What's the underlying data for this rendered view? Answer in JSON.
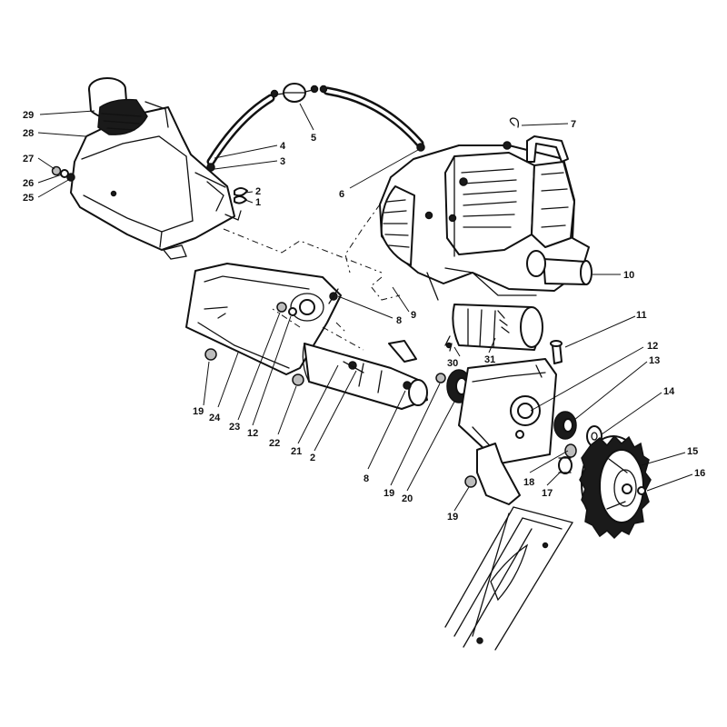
{
  "callouts": [
    {
      "id": "c29",
      "label": "29"
    },
    {
      "id": "c28",
      "label": "28"
    },
    {
      "id": "c27",
      "label": "27"
    },
    {
      "id": "c26",
      "label": "26"
    },
    {
      "id": "c25",
      "label": "25"
    },
    {
      "id": "c4",
      "label": "4"
    },
    {
      "id": "c3",
      "label": "3"
    },
    {
      "id": "c2a",
      "label": "2"
    },
    {
      "id": "c1",
      "label": "1"
    },
    {
      "id": "c5",
      "label": "5"
    },
    {
      "id": "c6",
      "label": "6"
    },
    {
      "id": "c7",
      "label": "7"
    },
    {
      "id": "c10",
      "label": "10"
    },
    {
      "id": "c8a",
      "label": "8"
    },
    {
      "id": "c9",
      "label": "9"
    },
    {
      "id": "c11",
      "label": "11"
    },
    {
      "id": "c30",
      "label": "30"
    },
    {
      "id": "c31",
      "label": "31"
    },
    {
      "id": "c12a",
      "label": "12"
    },
    {
      "id": "c13",
      "label": "13"
    },
    {
      "id": "c14",
      "label": "14"
    },
    {
      "id": "c15",
      "label": "15"
    },
    {
      "id": "c16",
      "label": "16"
    },
    {
      "id": "c17",
      "label": "17"
    },
    {
      "id": "c18",
      "label": "18"
    },
    {
      "id": "c19a",
      "label": "19"
    },
    {
      "id": "c24",
      "label": "24"
    },
    {
      "id": "c23",
      "label": "23"
    },
    {
      "id": "c12b",
      "label": "12"
    },
    {
      "id": "c22",
      "label": "22"
    },
    {
      "id": "c21",
      "label": "21"
    },
    {
      "id": "c2b",
      "label": "2"
    },
    {
      "id": "c8b",
      "label": "8"
    },
    {
      "id": "c19b",
      "label": "19"
    },
    {
      "id": "c20",
      "label": "20"
    },
    {
      "id": "c19c",
      "label": "19"
    }
  ]
}
